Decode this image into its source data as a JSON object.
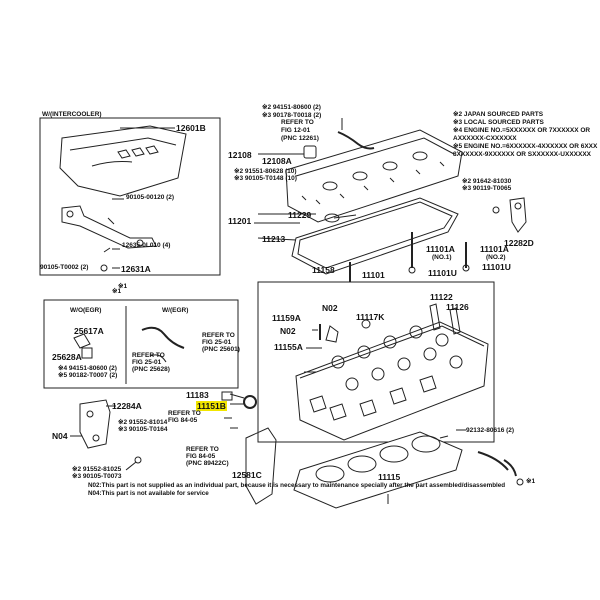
{
  "labels": {
    "intercooler": "W/(INTERCOOLER)",
    "p12601B": "12601B",
    "p9010500120": "90105-00120 (2)",
    "p126350l010": "12635-0L010 (4)",
    "p90105t0002": "90105-T0002 (2)",
    "p12631A": "12631A",
    "mark1": "※1",
    "p2941580600": "※2 94151-80600 (2)",
    "p39017t0018": "※3 90178-T0018 (2)",
    "refer_to": "REFER TO",
    "fig1201": "FIG 12-01",
    "pnc12261": "(PNC 12261)",
    "p12108": "12108",
    "p12108A": "12108A",
    "p2915500628": "※2 91551-80628 (10)",
    "p3901050148": "※3 90105-T0148 (10)",
    "p11201": "11201",
    "p11229": "11229",
    "p11213": "11213",
    "p9164281030": "※2 91642-81030",
    "p90119t0065": "※3 90119-T0065",
    "p12282D": "12282D",
    "p11101A": "11101A",
    "no1": "(NO.1)",
    "no2": "(NO.2)",
    "p11101U": "11101U",
    "p11158": "11158",
    "p11101": "11101",
    "p11122": "11122",
    "p11126": "11126",
    "n02": "N02",
    "p11159A": "11159A",
    "p11117K": "11117K",
    "p11155A": "11155A",
    "wo_egr": "W/O(EGR)",
    "w_egr": "W/(EGR)",
    "p25617A": "25617A",
    "p25628A": "25628A",
    "p9415180600": "※4 94151-80600 (2)",
    "p90182t0007": "※5 90182-T0007 (2)",
    "fig2501": "FIG 25-01",
    "pnc25601": "(PNC 25601)",
    "pnc25628": "(PNC 25628)",
    "p11183": "11183",
    "p11151B": "11151B",
    "p12284A": "12284A",
    "fig8405": "FIG 84-05",
    "p9155281014": "※2 91552-81014",
    "p90105t0164": "※3 90105-T0164",
    "n04": "N04",
    "pnc89422C": "(PNC 89422C)",
    "p12581C": "12581C",
    "p9155281025": "※2 91552-81025",
    "p90105t0073": "※3 90105-T0073",
    "p9213280616": "92132-80616 (2)",
    "p11115": "11115"
  },
  "notes": {
    "n2": "※2 JAPAN SOURCED PARTS",
    "n3": "※3 LOCAL SOURCED PARTS",
    "n4": "※4 ENGINE NO.=5XXXXXX OR 7XXXXXX OR",
    "n4b": "AXXXXXX-CXXXXXX",
    "n5": "※5 ENGINE NO.=6XXXXXX-4XXXXXX OR 6XXX",
    "n5b": "8XXXXXX-9XXXXXX OR SXXXXXX-UXXXXXX"
  },
  "footnotes": {
    "n02": "N02:This part is not supplied as an individual part, because it is necessary to maintenance specially after the part assembled/disassembled",
    "n04": "N04:This part is not available for service"
  },
  "colors": {
    "highlight": "#f2e600",
    "line": "#222222",
    "background": "#ffffff"
  }
}
